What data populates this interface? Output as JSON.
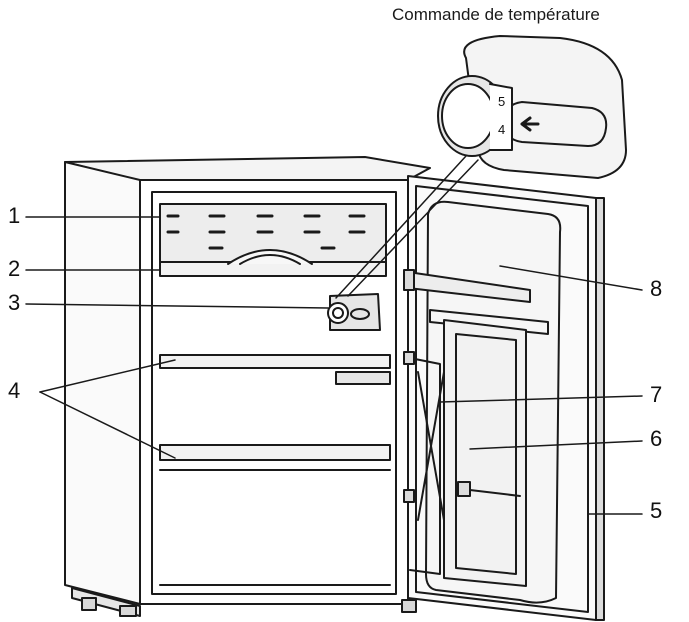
{
  "caption": "Commande de température",
  "dial_numbers": [
    "5",
    "4"
  ],
  "callouts": [
    "1",
    "2",
    "3",
    "4",
    "5",
    "6",
    "7",
    "8"
  ],
  "colors": {
    "line": "#1a1a1a",
    "shade": "#e6e6e6",
    "background": "#ffffff"
  }
}
